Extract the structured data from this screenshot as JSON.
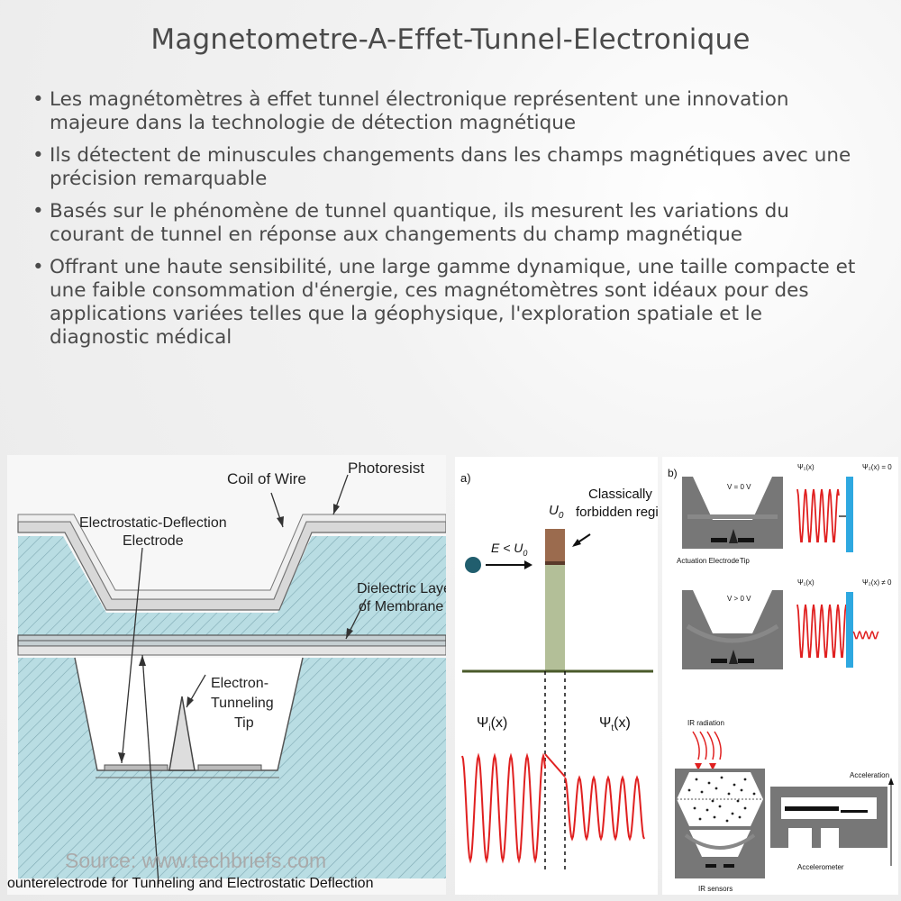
{
  "page": {
    "title": "Magnetometre-A-Effet-Tunnel-Electronique",
    "bullets": [
      "Les magnétomètres à effet tunnel électronique représentent une innovation majeure dans la technologie de détection magnétique",
      "Ils détectent de minuscules changements dans les champs magnétiques avec une précision remarquable",
      "Basés sur le phénomène de tunnel quantique, ils mesurent les variations du courant de tunnel en réponse aux changements du champ magnétique",
      "Offrant une haute sensibilité, une large gamme dynamique, une taille compacte et une faible consommation d'énergie, ces magnétomètres sont idéaux pour des applications variées telles que la géophysique, l'exploration spatiale et le diagnostic médical"
    ]
  },
  "figure1": {
    "coil": "Coil of Wire",
    "photoresist": "Photoresist",
    "electrostatic_1": "Electrostatic-Deflection",
    "electrostatic_2": "Electrode",
    "dielectric_1": "Dielectric Layer",
    "dielectric_2": "of Membrane",
    "tip_1": "Electron-",
    "tip_2": "Tunneling",
    "tip_3": "Tip",
    "source": "Source: www.techbriefs.com",
    "counter": "ounterelectrode for Tunneling and Electrostatic Deflection"
  },
  "figure2": {
    "panel": "a)",
    "u0": "U",
    "u0_sub": "0",
    "classic_1": "Classically",
    "classic_2": "forbidden region",
    "energy": "E < U",
    "energy_sub": "0",
    "psi_i": "Ψ",
    "psi_i_sub": "i",
    "psi_t": "Ψ",
    "psi_t_sub": "t",
    "psi_arg": "(x)"
  },
  "figure3": {
    "panel": "b)",
    "v0": "V = 0 V",
    "vpos": "V > 0 V",
    "act": "Actuation Electrode",
    "tip": "Tip",
    "psi1": "Ψ₁(x)",
    "psi2a": "Ψ₂(x) = 0",
    "psi2b": "Ψ₂(x) ≠ 0",
    "ir": "IR radiation",
    "ir_sensors": "IR sensors",
    "accel": "Acceleration",
    "accelerometer": "Accelerometer"
  }
}
